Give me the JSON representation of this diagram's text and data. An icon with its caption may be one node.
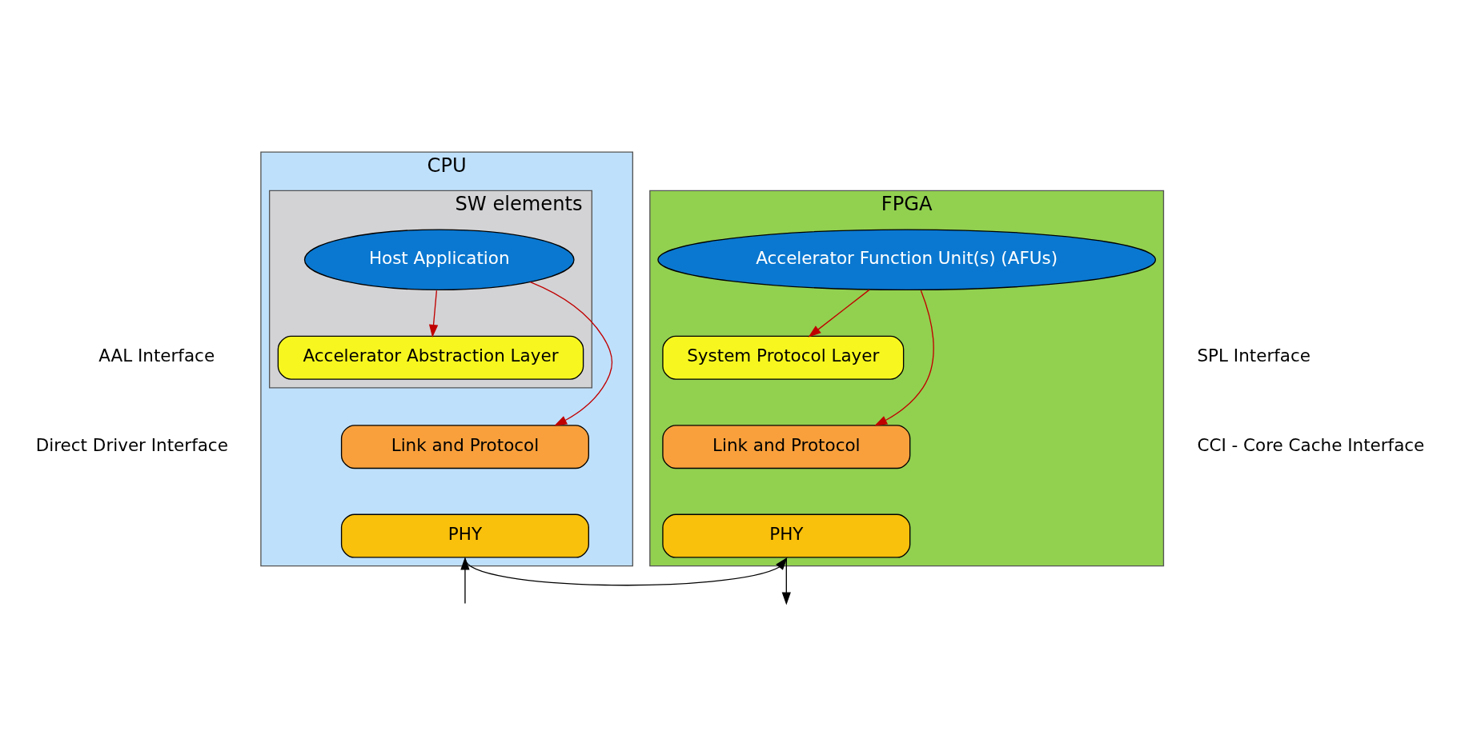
{
  "diagram": {
    "nodes": [
      {
        "text": [
          "CPU"
        ]
      },
      {
        "text": [
          "SW elements"
        ],
        "in": 0
      },
      {
        "text": [
          "Host Application"
        ],
        "in": 1
      },
      {
        "text": [
          "Accelerator Abstraction Layer"
        ],
        "in": 1
      },
      {
        "text": [
          "Link and Protocol"
        ],
        "in": 0
      },
      {
        "text": [
          "PHY"
        ],
        "in": 0
      },
      {
        "text": [
          "FPGA"
        ]
      },
      {
        "text": [
          "Accelerator Function Unit(s) (AFUs)"
        ],
        "in": 6
      },
      {
        "text": [
          "System Protocol Layer"
        ],
        "in": 6
      },
      {
        "text": [
          "Link and Protocol"
        ],
        "in": 6
      },
      {
        "text": [
          "PHY"
        ],
        "in": 6
      }
    ],
    "edges": [
      {
        "from": 2,
        "to": 3,
        "arrow": "to",
        "color": "#c00000"
      },
      {
        "from": 2,
        "to": 4,
        "arrow": "to",
        "color": "#c00000"
      },
      {
        "from": 7,
        "to": 8,
        "arrow": "to",
        "color": "#c00000"
      },
      {
        "from": 7,
        "to": 9,
        "arrow": "to",
        "color": "#c00000"
      },
      {
        "from": null,
        "to": 5,
        "arrow": "to",
        "color": "#000000"
      },
      {
        "from": 5,
        "to": 10,
        "arrow": "to",
        "color": "#000000"
      },
      {
        "from": 10,
        "to": null,
        "arrow": "to",
        "color": "#000000"
      }
    ],
    "labels": [
      "AAL Interface",
      "SPL Interface",
      "Direct Driver Interface",
      "CCI - Core Cache Interface"
    ]
  }
}
